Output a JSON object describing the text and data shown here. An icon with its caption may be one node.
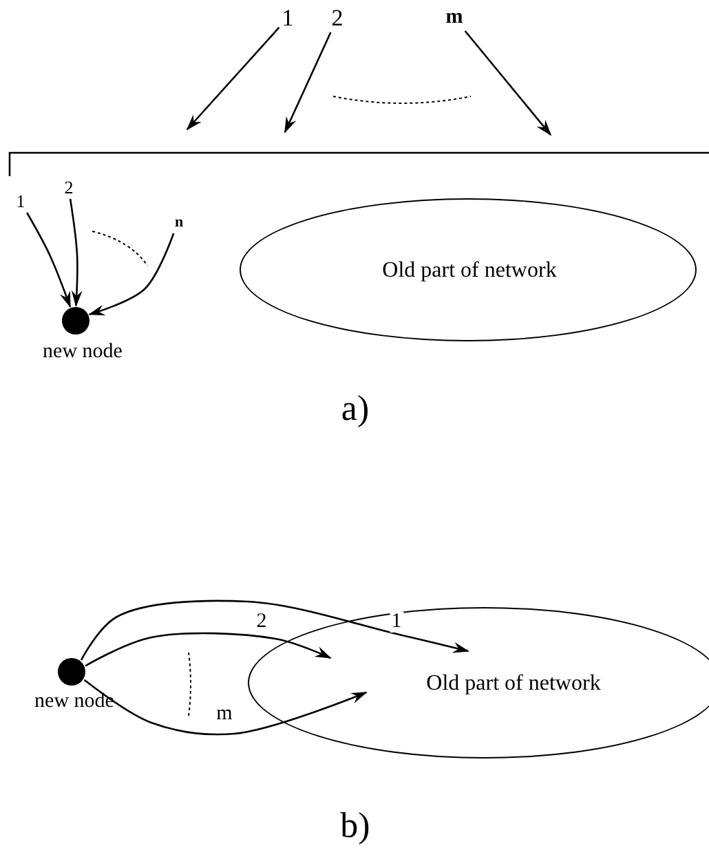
{
  "diagram": {
    "nodes": [
      {
        "text": [
          "1"
        ]
      },
      {
        "text": [
          "2"
        ]
      },
      {
        "text": [
          "m"
        ]
      },
      {
        "text": [
          "1"
        ]
      },
      {
        "text": [
          "2"
        ]
      },
      {
        "text": [
          "n"
        ]
      },
      {
        "text": [],
        "shape": "circle",
        "beside": [
          "new node"
        ]
      },
      {
        "text": [
          "Old part of network"
        ]
      },
      {
        "text": [],
        "shape": "circle",
        "beside": [
          "new node"
        ]
      },
      {
        "text": [
          "Old part of network"
        ]
      }
    ],
    "edges": [
      {
        "from": 0,
        "to": null,
        "arrow": "to"
      },
      {
        "from": 1,
        "to": null,
        "arrow": "to"
      },
      {
        "from": 2,
        "to": null,
        "arrow": "to"
      },
      {
        "from": 3,
        "to": 6,
        "arrow": "to"
      },
      {
        "from": 4,
        "to": 6,
        "arrow": "to"
      },
      {
        "from": 5,
        "to": 6,
        "arrow": "to"
      },
      {
        "from": 8,
        "to": 9,
        "arrow": "to",
        "label": "1"
      },
      {
        "from": 8,
        "to": 9,
        "arrow": "to",
        "label": "2"
      },
      {
        "from": 8,
        "to": 9,
        "arrow": "to",
        "label": "m"
      }
    ],
    "labels": [
      "a)",
      "b)"
    ]
  }
}
